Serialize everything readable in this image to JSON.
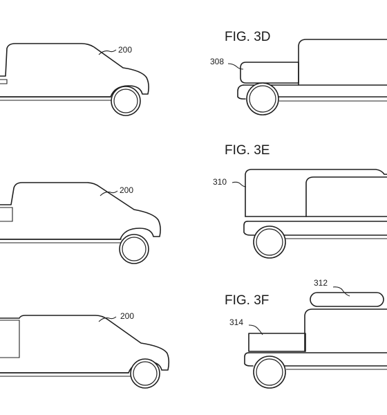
{
  "figures": {
    "fig_3d": {
      "label": "FIG. 3D",
      "ref": "308"
    },
    "fig_3e": {
      "label": "FIG. 3E",
      "ref": "310"
    },
    "fig_3f": {
      "label": "FIG. 3F",
      "ref_top": "312",
      "ref_side": "314"
    }
  },
  "left_vehicles": {
    "top": {
      "ref": "200"
    },
    "middle": {
      "ref": "200"
    },
    "bottom": {
      "ref": "200"
    }
  }
}
